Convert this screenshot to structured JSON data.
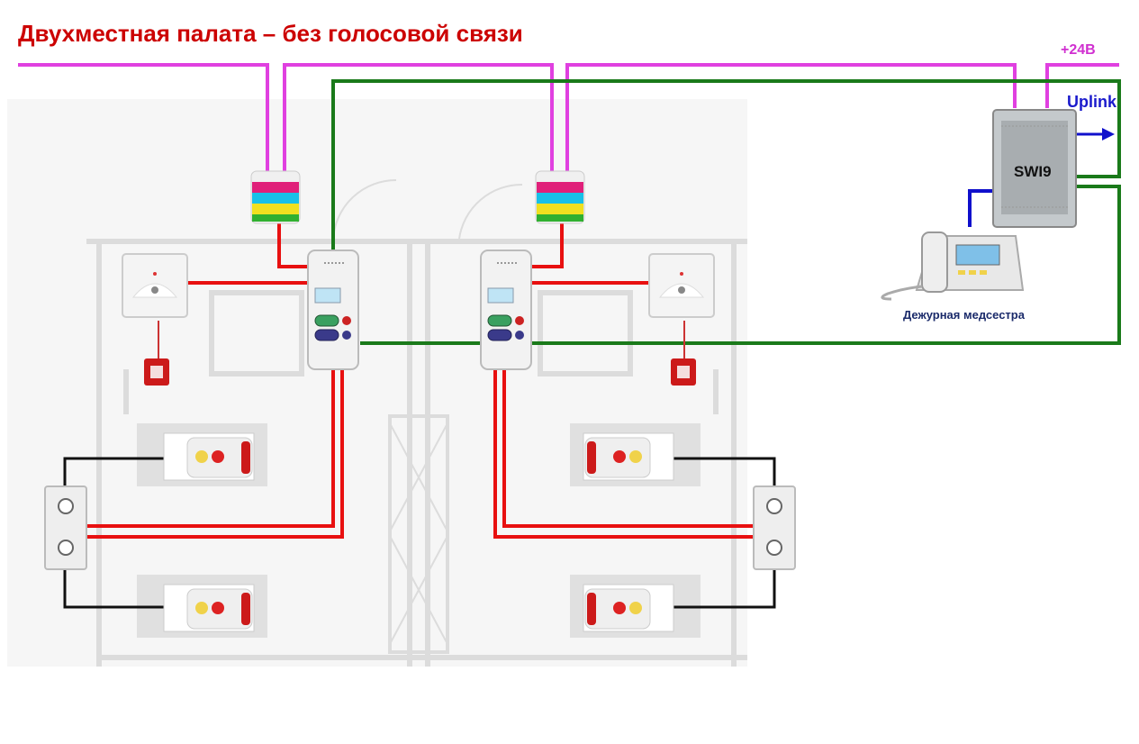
{
  "title": "Двухместная палата – без голосовой связи",
  "labels": {
    "power": "+24В",
    "uplink": "Uplink",
    "switch": "SWI9",
    "nurse_station": "Дежурная медсестра"
  },
  "colors": {
    "title": "#cc0000",
    "power_line": "#e040e0",
    "network_line": "#1a7a1a",
    "call_line": "#e81010",
    "handset_line": "#111111",
    "uplink_line": "#1010cc",
    "plan_wall": "#d9d9d9"
  },
  "icons": {
    "corridor_lamp": "corridor-lamp-icon",
    "room_controller": "room-controller-icon",
    "wc_pull_cord": "pull-cord-unit-icon",
    "reset_button": "reset-button-icon",
    "bed_call_unit": "bed-call-unit-icon",
    "bed_socket": "bed-socket-icon",
    "network_switch": "network-switch-icon",
    "nurse_console": "nurse-console-icon"
  }
}
